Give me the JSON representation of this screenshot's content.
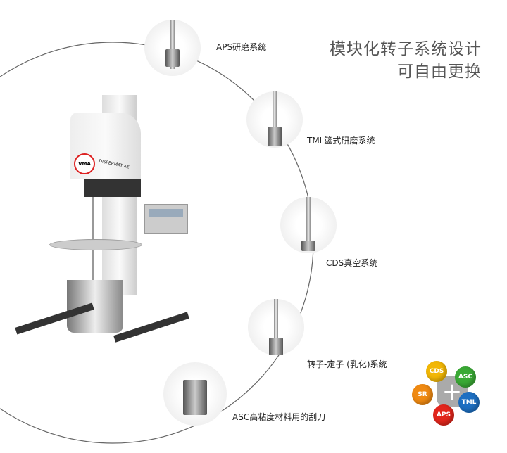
{
  "heading": {
    "line1": "模块化转子系统设计",
    "line2": "可自由更换"
  },
  "modules": [
    {
      "label": "APS研磨系统"
    },
    {
      "label": "TML篮式研磨系统"
    },
    {
      "label": "CDS真空系统"
    },
    {
      "label": "转子-定子 (乳化)系统"
    },
    {
      "label": "ASC高粘度材料用的刮刀"
    }
  ],
  "machine": {
    "brand": "VMA",
    "model": "DISPERMAT AE"
  },
  "logo": {
    "center": "+",
    "badges": [
      {
        "text": "CDS",
        "color": "#f2b705"
      },
      {
        "text": "ASC",
        "color": "#3aa935"
      },
      {
        "text": "SR",
        "color": "#f08a12"
      },
      {
        "text": "TML",
        "color": "#1d6fc2"
      },
      {
        "text": "APS",
        "color": "#e2261c"
      }
    ]
  }
}
